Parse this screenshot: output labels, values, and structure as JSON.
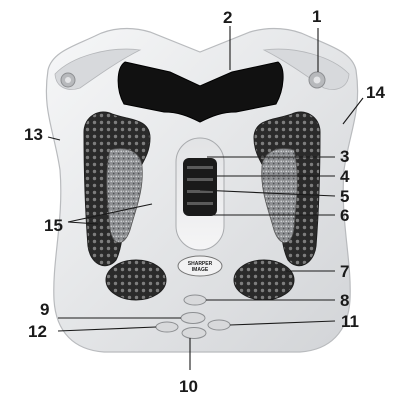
{
  "diagram": {
    "callouts": [
      {
        "id": "1",
        "label": "1"
      },
      {
        "id": "2",
        "label": "2"
      },
      {
        "id": "3",
        "label": "3"
      },
      {
        "id": "4",
        "label": "4"
      },
      {
        "id": "5",
        "label": "5"
      },
      {
        "id": "6",
        "label": "6"
      },
      {
        "id": "7",
        "label": "7"
      },
      {
        "id": "8",
        "label": "8"
      },
      {
        "id": "9",
        "label": "9"
      },
      {
        "id": "10",
        "label": "10"
      },
      {
        "id": "11",
        "label": "11"
      },
      {
        "id": "12",
        "label": "12"
      },
      {
        "id": "13",
        "label": "13"
      },
      {
        "id": "14",
        "label": "14"
      },
      {
        "id": "15",
        "label": "15"
      }
    ],
    "brand": {
      "line1": "SHARPER",
      "line2": "IMAGE"
    },
    "colors": {
      "body": "#e9eaec",
      "body_shadow": "#c6c8cb",
      "pad": "#2b2b2b",
      "nodule": "#8a8a8a",
      "display": "#101010",
      "ink": "#1a1a1a"
    }
  }
}
